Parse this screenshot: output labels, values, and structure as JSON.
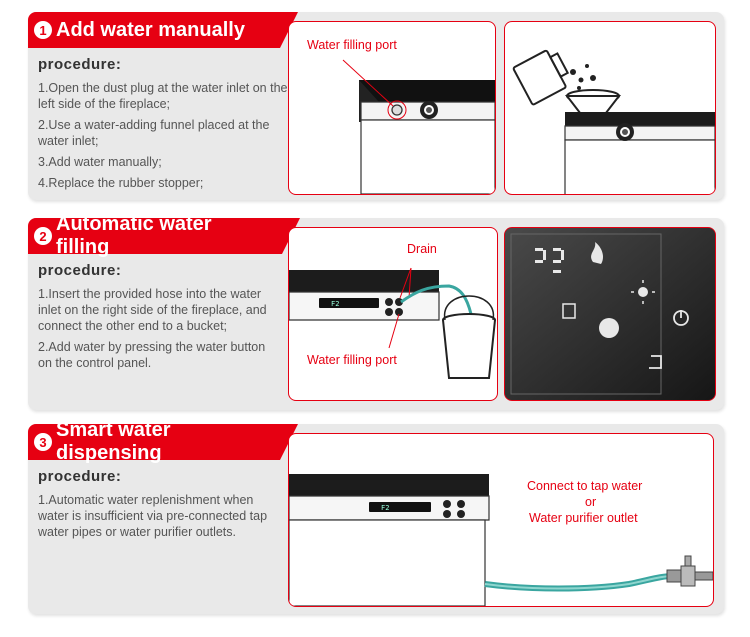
{
  "sections": [
    {
      "number": "1",
      "title": "Add water manually",
      "procedure_heading": "procedure:",
      "steps": [
        "1.Open the dust plug at the water inlet on the left side of the fireplace;",
        "2.Use a water-adding funnel placed at the water inlet;",
        "3.Add water manually;",
        "4.Replace the rubber stopper;"
      ],
      "figure_label": "Water filling port"
    },
    {
      "number": "2",
      "title": "Automatic water filling",
      "procedure_heading": "procedure:",
      "steps": [
        "1.Insert the provided hose into the water inlet on the right side of the fireplace, and connect the other end to a bucket;",
        "2.Add water by pressing the water button on the control panel."
      ],
      "drain_label": "Drain",
      "figure_label": "Water filling port",
      "display_digits": "F2"
    },
    {
      "number": "3",
      "title": "Smart water dispensing",
      "procedure_heading": "procedure:",
      "steps": [
        "1.Automatic water replenishment when water is insufficient via pre-connected tap water pipes or water purifier outlets."
      ],
      "connect_label_line1": "Connect to tap water",
      "connect_label_line2": "or",
      "connect_label_line3": "Water purifier outlet",
      "display_digits": "F2"
    }
  ],
  "colors": {
    "accent": "#e60012",
    "panel_bg": "#e9e9e9",
    "hose": "#3aa6a0"
  }
}
